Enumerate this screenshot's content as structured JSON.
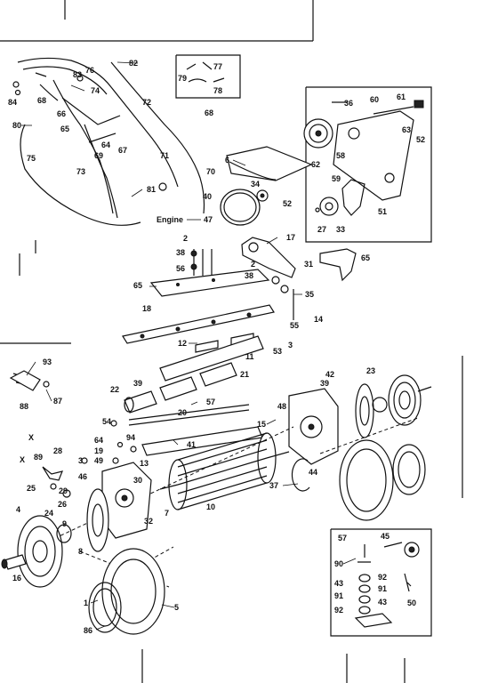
{
  "labels": [
    {
      "key": "p82",
      "text": "82"
    },
    {
      "key": "p76",
      "text": "76"
    },
    {
      "key": "p83",
      "text": "83"
    },
    {
      "key": "p77",
      "text": "77"
    },
    {
      "key": "p79",
      "text": "79"
    },
    {
      "key": "p78",
      "text": "78"
    },
    {
      "key": "p68a",
      "text": "68"
    },
    {
      "key": "p68b",
      "text": "68"
    },
    {
      "key": "p74",
      "text": "74"
    },
    {
      "key": "p84",
      "text": "84"
    },
    {
      "key": "p66",
      "text": "66"
    },
    {
      "key": "p72",
      "text": "72"
    },
    {
      "key": "p80",
      "text": "80"
    },
    {
      "key": "p65a",
      "text": "65"
    },
    {
      "key": "p64",
      "text": "64"
    },
    {
      "key": "p67",
      "text": "67"
    },
    {
      "key": "p69",
      "text": "69"
    },
    {
      "key": "p75",
      "text": "75"
    },
    {
      "key": "p73",
      "text": "73"
    },
    {
      "key": "p71",
      "text": "71"
    },
    {
      "key": "p81",
      "text": "81"
    },
    {
      "key": "p36",
      "text": "36"
    },
    {
      "key": "p60",
      "text": "60"
    },
    {
      "key": "p61",
      "text": "61"
    },
    {
      "key": "p63",
      "text": "63"
    },
    {
      "key": "p52a",
      "text": "52"
    },
    {
      "key": "p62",
      "text": "62"
    },
    {
      "key": "p58",
      "text": "58"
    },
    {
      "key": "p70",
      "text": "70"
    },
    {
      "key": "p6",
      "text": "6"
    },
    {
      "key": "p59",
      "text": "59"
    },
    {
      "key": "p34",
      "text": "34"
    },
    {
      "key": "p40",
      "text": "40"
    },
    {
      "key": "p52b",
      "text": "52"
    },
    {
      "key": "p51",
      "text": "51"
    },
    {
      "key": "p27",
      "text": "27"
    },
    {
      "key": "p33",
      "text": "33"
    },
    {
      "key": "p17",
      "text": "17"
    },
    {
      "key": "p2a",
      "text": "2"
    },
    {
      "key": "p38a",
      "text": "38"
    },
    {
      "key": "p56",
      "text": "56"
    },
    {
      "key": "p31",
      "text": "31"
    },
    {
      "key": "p65b",
      "text": "65"
    },
    {
      "key": "p2b",
      "text": "2"
    },
    {
      "key": "p38b",
      "text": "38"
    },
    {
      "key": "p65c",
      "text": "65"
    },
    {
      "key": "p35",
      "text": "35"
    },
    {
      "key": "p18",
      "text": "18"
    },
    {
      "key": "p55",
      "text": "55"
    },
    {
      "key": "p14",
      "text": "14"
    },
    {
      "key": "p3a",
      "text": "3"
    },
    {
      "key": "p12",
      "text": "12"
    },
    {
      "key": "p53",
      "text": "53"
    },
    {
      "key": "p93",
      "text": "93"
    },
    {
      "key": "p11",
      "text": "11"
    },
    {
      "key": "p42",
      "text": "42"
    },
    {
      "key": "p39a",
      "text": "39"
    },
    {
      "key": "p21",
      "text": "21"
    },
    {
      "key": "p23",
      "text": "23"
    },
    {
      "key": "p22",
      "text": "22"
    },
    {
      "key": "p87",
      "text": "87"
    },
    {
      "key": "p88",
      "text": "88"
    },
    {
      "key": "p57a",
      "text": "57"
    },
    {
      "key": "p48",
      "text": "48"
    },
    {
      "key": "p20",
      "text": "20"
    },
    {
      "key": "p54",
      "text": "54"
    },
    {
      "key": "p15",
      "text": "15"
    },
    {
      "key": "pX1",
      "text": "X"
    },
    {
      "key": "p64b",
      "text": "64"
    },
    {
      "key": "p94",
      "text": "94"
    },
    {
      "key": "p41",
      "text": "41"
    },
    {
      "key": "p28",
      "text": "28"
    },
    {
      "key": "p19",
      "text": "19"
    },
    {
      "key": "p89",
      "text": "89"
    },
    {
      "key": "p3b",
      "text": "3"
    },
    {
      "key": "pX2",
      "text": "X"
    },
    {
      "key": "p49",
      "text": "49"
    },
    {
      "key": "p13",
      "text": "13"
    },
    {
      "key": "p46",
      "text": "46"
    },
    {
      "key": "p44",
      "text": "44"
    },
    {
      "key": "p25",
      "text": "25"
    },
    {
      "key": "p29",
      "text": "29"
    },
    {
      "key": "p30",
      "text": "30"
    },
    {
      "key": "p37",
      "text": "37"
    },
    {
      "key": "p10",
      "text": "10"
    },
    {
      "key": "p26",
      "text": "26"
    },
    {
      "key": "p4",
      "text": "4"
    },
    {
      "key": "p24",
      "text": "24"
    },
    {
      "key": "p7",
      "text": "7"
    },
    {
      "key": "p32",
      "text": "32"
    },
    {
      "key": "p9",
      "text": "9"
    },
    {
      "key": "p8",
      "text": "8"
    },
    {
      "key": "p57b",
      "text": "57"
    },
    {
      "key": "p45",
      "text": "45"
    },
    {
      "key": "p90",
      "text": "90"
    },
    {
      "key": "p16",
      "text": "16"
    },
    {
      "key": "p92a",
      "text": "92"
    },
    {
      "key": "p43a",
      "text": "43"
    },
    {
      "key": "p91a",
      "text": "91"
    },
    {
      "key": "p91b",
      "text": "91"
    },
    {
      "key": "p50",
      "text": "50"
    },
    {
      "key": "p92b",
      "text": "92"
    },
    {
      "key": "p43b",
      "text": "43"
    },
    {
      "key": "p1",
      "text": "1"
    },
    {
      "key": "p5",
      "text": "5"
    },
    {
      "key": "p86",
      "text": "86"
    },
    {
      "key": "p39b",
      "text": "39"
    }
  ],
  "engine_label": "Engine",
  "engine_ref": "47"
}
